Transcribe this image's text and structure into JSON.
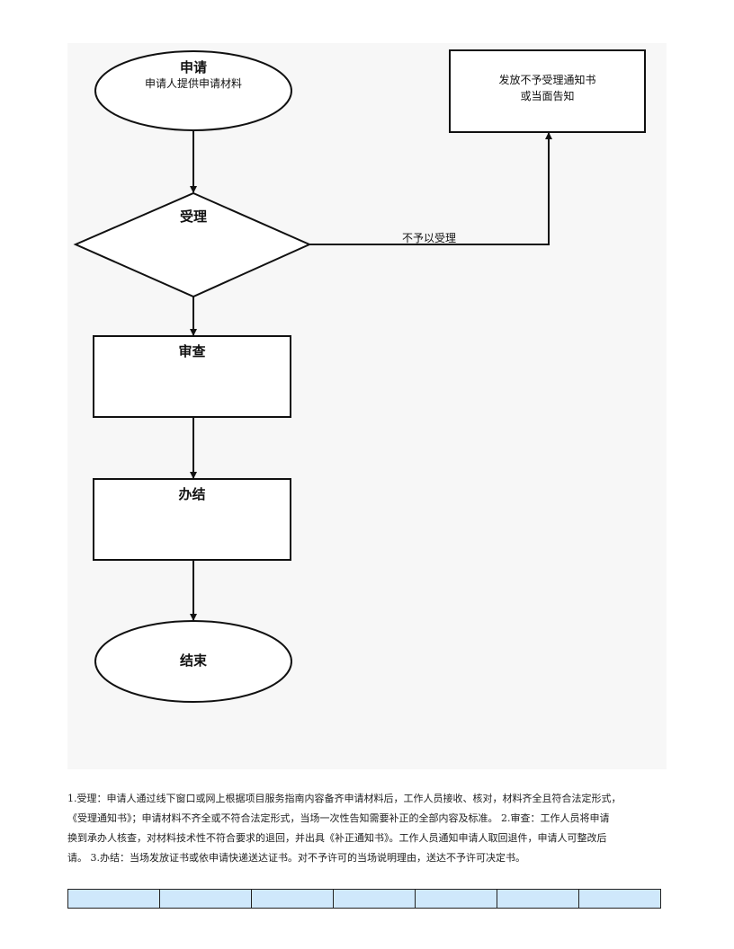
{
  "flowchart": {
    "nodes": {
      "apply": {
        "title": "申请",
        "subtitle": "申请人提供申请材料"
      },
      "accept": {
        "title": "受理"
      },
      "reject": {
        "line1": "发放不予受理通知书",
        "line2": "或当面告知"
      },
      "review": {
        "title": "审查"
      },
      "conclude": {
        "title": "办结"
      },
      "end": {
        "title": "结束"
      }
    },
    "edges": {
      "reject_label": "不予以受理"
    }
  },
  "description": {
    "lines": [
      "1.受理：申请人通过线下窗口或网上根据项目服务指南内容备齐申请材料后，工作人员接收、核对，材料齐全且符合法定形式，",
      "《受理通知书》；申请材料不齐全或不符合法定形式，当场一次性告知需要补正的全部内容及标准。 2.审查：工作人员将申请",
      "换到承办人核查，对材料技术性不符合要求的退回，并出具《补正通知书》。工作人员通知申请人取回退件，申请人可整改后",
      "请。 3.办结：当场发放证书或依申请快递送达证书。对不予许可的当场说明理由，送达不予许可决定书。"
    ]
  },
  "colors": {
    "panel_bg": "#f7f7f7",
    "table_header_bg": "#cfe8fb",
    "stroke": "#111111"
  }
}
